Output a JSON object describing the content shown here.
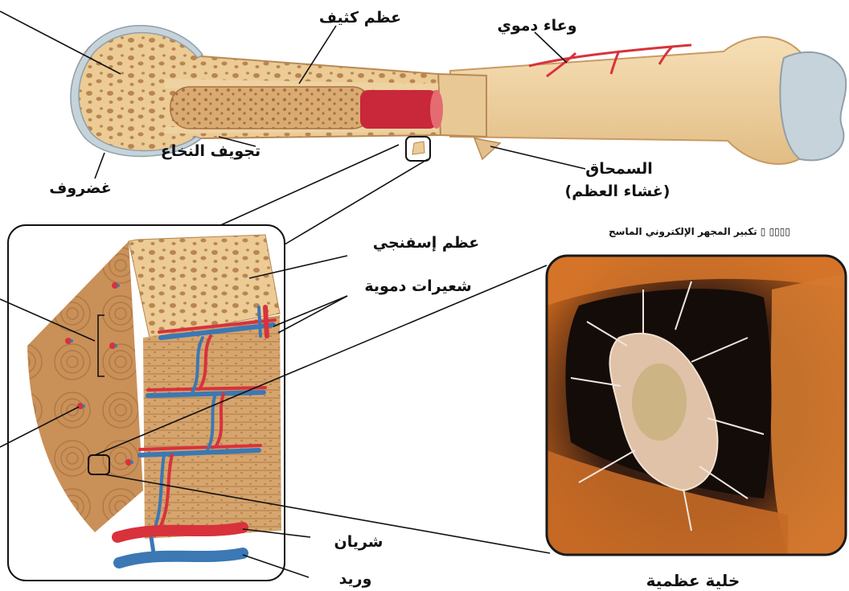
{
  "labels": {
    "compact_bone": "عظم كثيف",
    "blood_vessel": "وعاء دموي",
    "marrow_cavity": "تجويف النخاع",
    "cartilage": "غضروف",
    "periosteum_line1": "السمحاق",
    "periosteum_line2": "(غشاء العظم)",
    "spongy_bone": "عظم إسفنجي",
    "capillaries": "شعيرات دموية",
    "artery": "شريان",
    "vein": "وريد",
    "osteocyte": "خلية عظمية",
    "magnification": "تكبير المجهر الإلكتروني الماسح ▯ ▯▯▯▯"
  },
  "colors": {
    "artery": "#d8323c",
    "vein": "#3b78b4",
    "bone_light": "#f3dcb0",
    "bone_dark": "#c9945c",
    "cartilage": "#c7d3da",
    "photo_frame": "#1a1a1a"
  }
}
